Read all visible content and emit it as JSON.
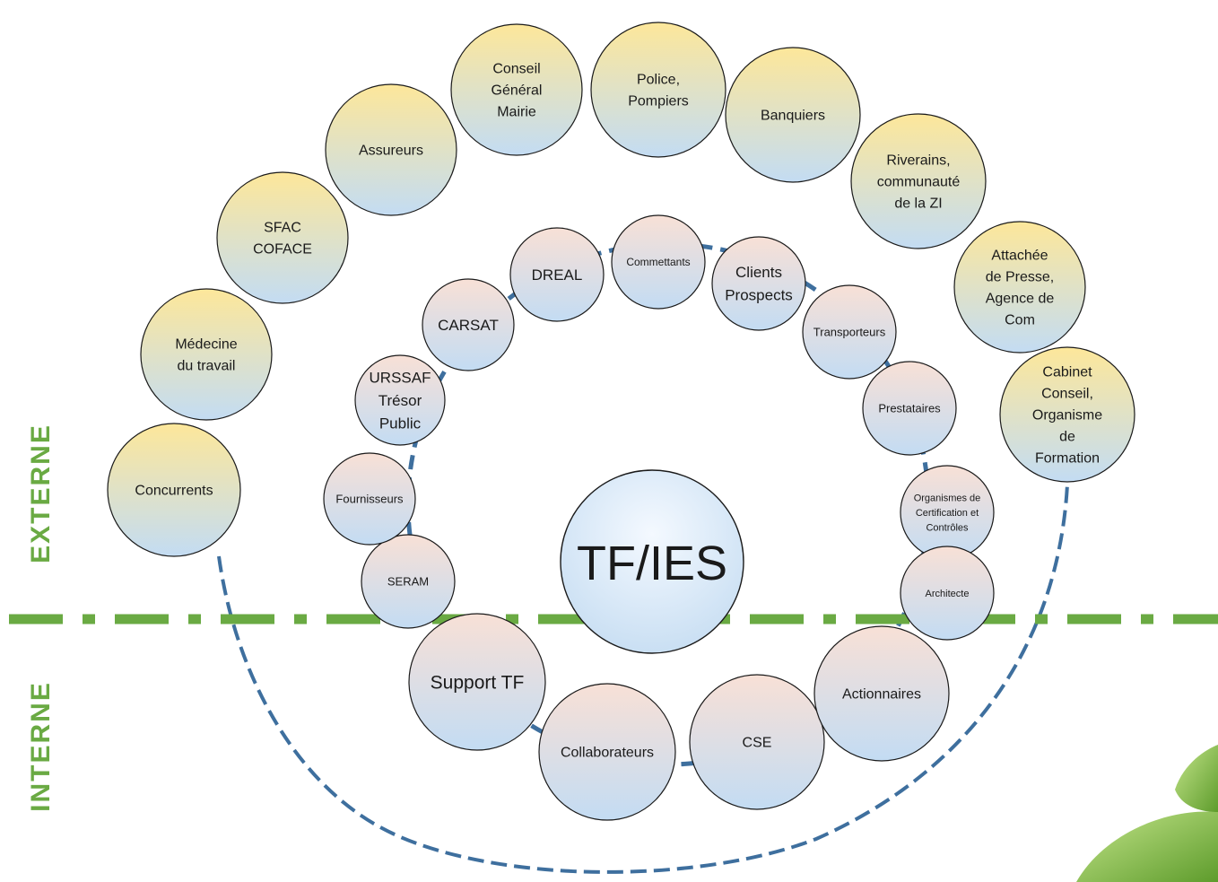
{
  "zones": {
    "externe": "EXTERNE",
    "interne": "INTERNE"
  },
  "center": {
    "label": "TF/IES"
  },
  "colors": {
    "ring_line": "#3e6f9e",
    "divider": "#6aaa43",
    "outer_top": "#fde79a",
    "outer_bottom": "#c3dcf3",
    "inner_top": "#f8e0d6",
    "inner_bottom": "#c3dcf3",
    "stroke": "#1a1a1a"
  },
  "outer_ring": [
    {
      "id": "concurrents",
      "lines": [
        "Concurrents"
      ]
    },
    {
      "id": "medecine",
      "lines": [
        "Médecine",
        "du travail"
      ]
    },
    {
      "id": "sfac",
      "lines": [
        "SFAC",
        "COFACE"
      ]
    },
    {
      "id": "assureurs",
      "lines": [
        "Assureurs"
      ]
    },
    {
      "id": "conseil-general",
      "lines": [
        "Conseil",
        "Général",
        "Mairie"
      ]
    },
    {
      "id": "police",
      "lines": [
        "Police,",
        "Pompiers"
      ]
    },
    {
      "id": "banquiers",
      "lines": [
        "Banquiers"
      ]
    },
    {
      "id": "riverains",
      "lines": [
        "Riverains,",
        "communauté",
        "de la ZI"
      ]
    },
    {
      "id": "attachee-presse",
      "lines": [
        "Attachée",
        "de Presse,",
        "Agence de",
        "Com"
      ]
    },
    {
      "id": "cabinet-conseil",
      "lines": [
        "Cabinet",
        "Conseil,",
        "Organisme",
        "de",
        "Formation"
      ]
    }
  ],
  "inner_ring": [
    {
      "id": "seram",
      "lines": [
        "SERAM"
      ]
    },
    {
      "id": "fournisseurs",
      "lines": [
        "Fournisseurs"
      ]
    },
    {
      "id": "urssaf",
      "lines": [
        "URSSAF",
        "Trésor",
        "Public"
      ]
    },
    {
      "id": "carsat",
      "lines": [
        "CARSAT"
      ]
    },
    {
      "id": "dreal",
      "lines": [
        "DREAL"
      ]
    },
    {
      "id": "commettants",
      "lines": [
        "Commettants"
      ]
    },
    {
      "id": "clients",
      "lines": [
        "Clients",
        "Prospects"
      ]
    },
    {
      "id": "transporteurs",
      "lines": [
        "Transporteurs"
      ]
    },
    {
      "id": "prestataires",
      "lines": [
        "Prestataires"
      ]
    },
    {
      "id": "organismes",
      "lines": [
        "Organismes de",
        "Certification et",
        "Contrôles"
      ]
    },
    {
      "id": "architecte",
      "lines": [
        "Architecte"
      ]
    }
  ],
  "internal": [
    {
      "id": "support-tf",
      "lines": [
        "Support TF"
      ]
    },
    {
      "id": "collaborateurs",
      "lines": [
        "Collaborateurs"
      ]
    },
    {
      "id": "cse",
      "lines": [
        "CSE"
      ]
    },
    {
      "id": "actionnaires",
      "lines": [
        "Actionnaires"
      ]
    }
  ]
}
